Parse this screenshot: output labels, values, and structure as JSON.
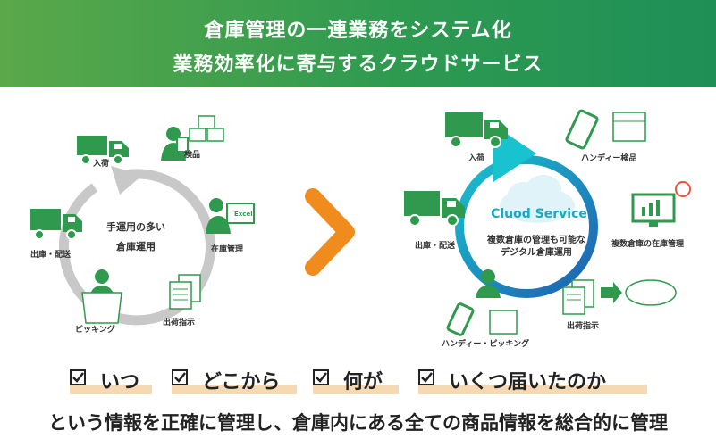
{
  "header": {
    "line1": "倉庫管理の一連業務をシステム化",
    "line2": "業務効率化に寄与するクラウドサービス"
  },
  "before": {
    "center_line1": "手運用の多い",
    "center_line2": "倉庫運用",
    "labels": {
      "inbound": "入荷",
      "inspection": "検品",
      "inventory": "在庫管理",
      "shipping_order": "出荷指示",
      "picking": "ピッキング",
      "dispatch": "出庫・配送"
    },
    "excel_label": "Excel"
  },
  "after": {
    "cloud_title": "Cluod Service",
    "center_line1": "複数倉庫の管理も可能な",
    "center_line2": "デジタル倉庫運用",
    "labels": {
      "inbound": "入荷",
      "handy_inspection": "ハンディー検品",
      "multi_inventory": "複数倉庫の在庫管理",
      "shipping_order": "出荷指示",
      "handy_picking": "ハンディー・ピッキング",
      "dispatch": "出庫・配送"
    }
  },
  "checks": [
    "いつ",
    "どこから",
    "何が",
    "いくつ届いたのか"
  ],
  "footer": "という情報を正確に管理し、倉庫内にある全ての商品情報を総合的に管理",
  "colors": {
    "green": "#2e9a50",
    "icon_green": "#2f9a4e",
    "orange": "#f08c1e",
    "teal": "#19b3c9",
    "blue": "#2a6fb8",
    "gray": "#bdbdbd"
  }
}
